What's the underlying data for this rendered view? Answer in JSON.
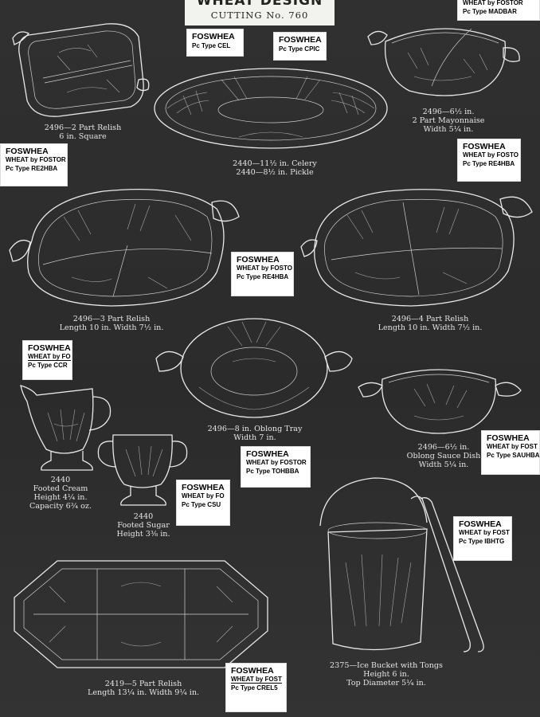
{
  "header": {
    "title": "WHEAT DESIGN",
    "subtitle": "CUTTING No. 760"
  },
  "captions": {
    "relish2": [
      "2496—2 Part Relish",
      "6 in. Square"
    ],
    "celery": [
      "2440—11½ in. Celery",
      "2440—8½ in. Pickle"
    ],
    "mayonnaise": [
      "2496—6½ in.",
      "2 Part Mayonnaise",
      "Width 5¼ in."
    ],
    "relish3": [
      "2496—3 Part Relish",
      "Length 10 in.   Width 7½ in."
    ],
    "relish4": [
      "2496—4 Part Relish",
      "Length 10 in.   Width 7½ in."
    ],
    "tray": [
      "2496—8 in. Oblong Tray",
      "Width 7 in."
    ],
    "sauce": [
      "2496—6½ in.",
      "Oblong Sauce Dish",
      "Width 5¼ in."
    ],
    "cream": [
      "2440",
      "Footed Cream",
      "Height 4¼ in.",
      "Capacity 6¾ oz."
    ],
    "sugar": [
      "2440",
      "Footed Sugar",
      "Height 3⅜ in."
    ],
    "relish5": [
      "2419—5 Part Relish",
      "Length 13¼ in.   Width 9¼ in."
    ],
    "bucket": [
      "2375—Ice Bucket with Tongs",
      "Height 6 in.",
      "Top Diameter 5¼ in."
    ]
  },
  "labels": {
    "madbar": {
      "l1": "WHEAT by FOSTOR",
      "l2": "Pc Type MADBAR"
    },
    "cel": {
      "l1": "FOSWHEA",
      "l2": "Pc Type CEL"
    },
    "cpic": {
      "l1": "FOSWHEA",
      "l2": "Pc Type CPIC"
    },
    "re2hba": {
      "l1": "FOSWHEA",
      "l2": "WHEAT by FOSTOR",
      "l3": "Pc Type RE2HBA"
    },
    "re4hba_top": {
      "l1": "FOSWHEA",
      "l2": "WHEAT by FOSTO",
      "l3": "Pc Type RE4HBA"
    },
    "re4hba_mid": {
      "l1": "FOSWHEA",
      "l2": "WHEAT by FOSTO",
      "l3": "Pc Type RE4HBA"
    },
    "ccr": {
      "l1": "FOSWHEA",
      "l2": "WHEAT by FO",
      "l3": "Pc Type CCR"
    },
    "sauhba": {
      "l1": "FOSWHEA",
      "l2": "WHEAT by FOST",
      "l3": "Pc Type SAUHBA"
    },
    "tohbba": {
      "l1": "FOSWHEA",
      "l2": "WHEAT by FOSTOR",
      "l3": "Pc Type TOHBBA"
    },
    "csu": {
      "l1": "FOSWHEA",
      "l2": "WHEAT by FO",
      "l3": "Pc Type CSU"
    },
    "ibhtg": {
      "l1": "FOSWHEA",
      "l2": "WHEAT by FOST",
      "l3": "Pc Type IBHTG"
    },
    "crel5": {
      "l1": "FOSWHEA",
      "l2": "WHEAT by FOST",
      "l3": "Pc Type CREL5"
    }
  }
}
